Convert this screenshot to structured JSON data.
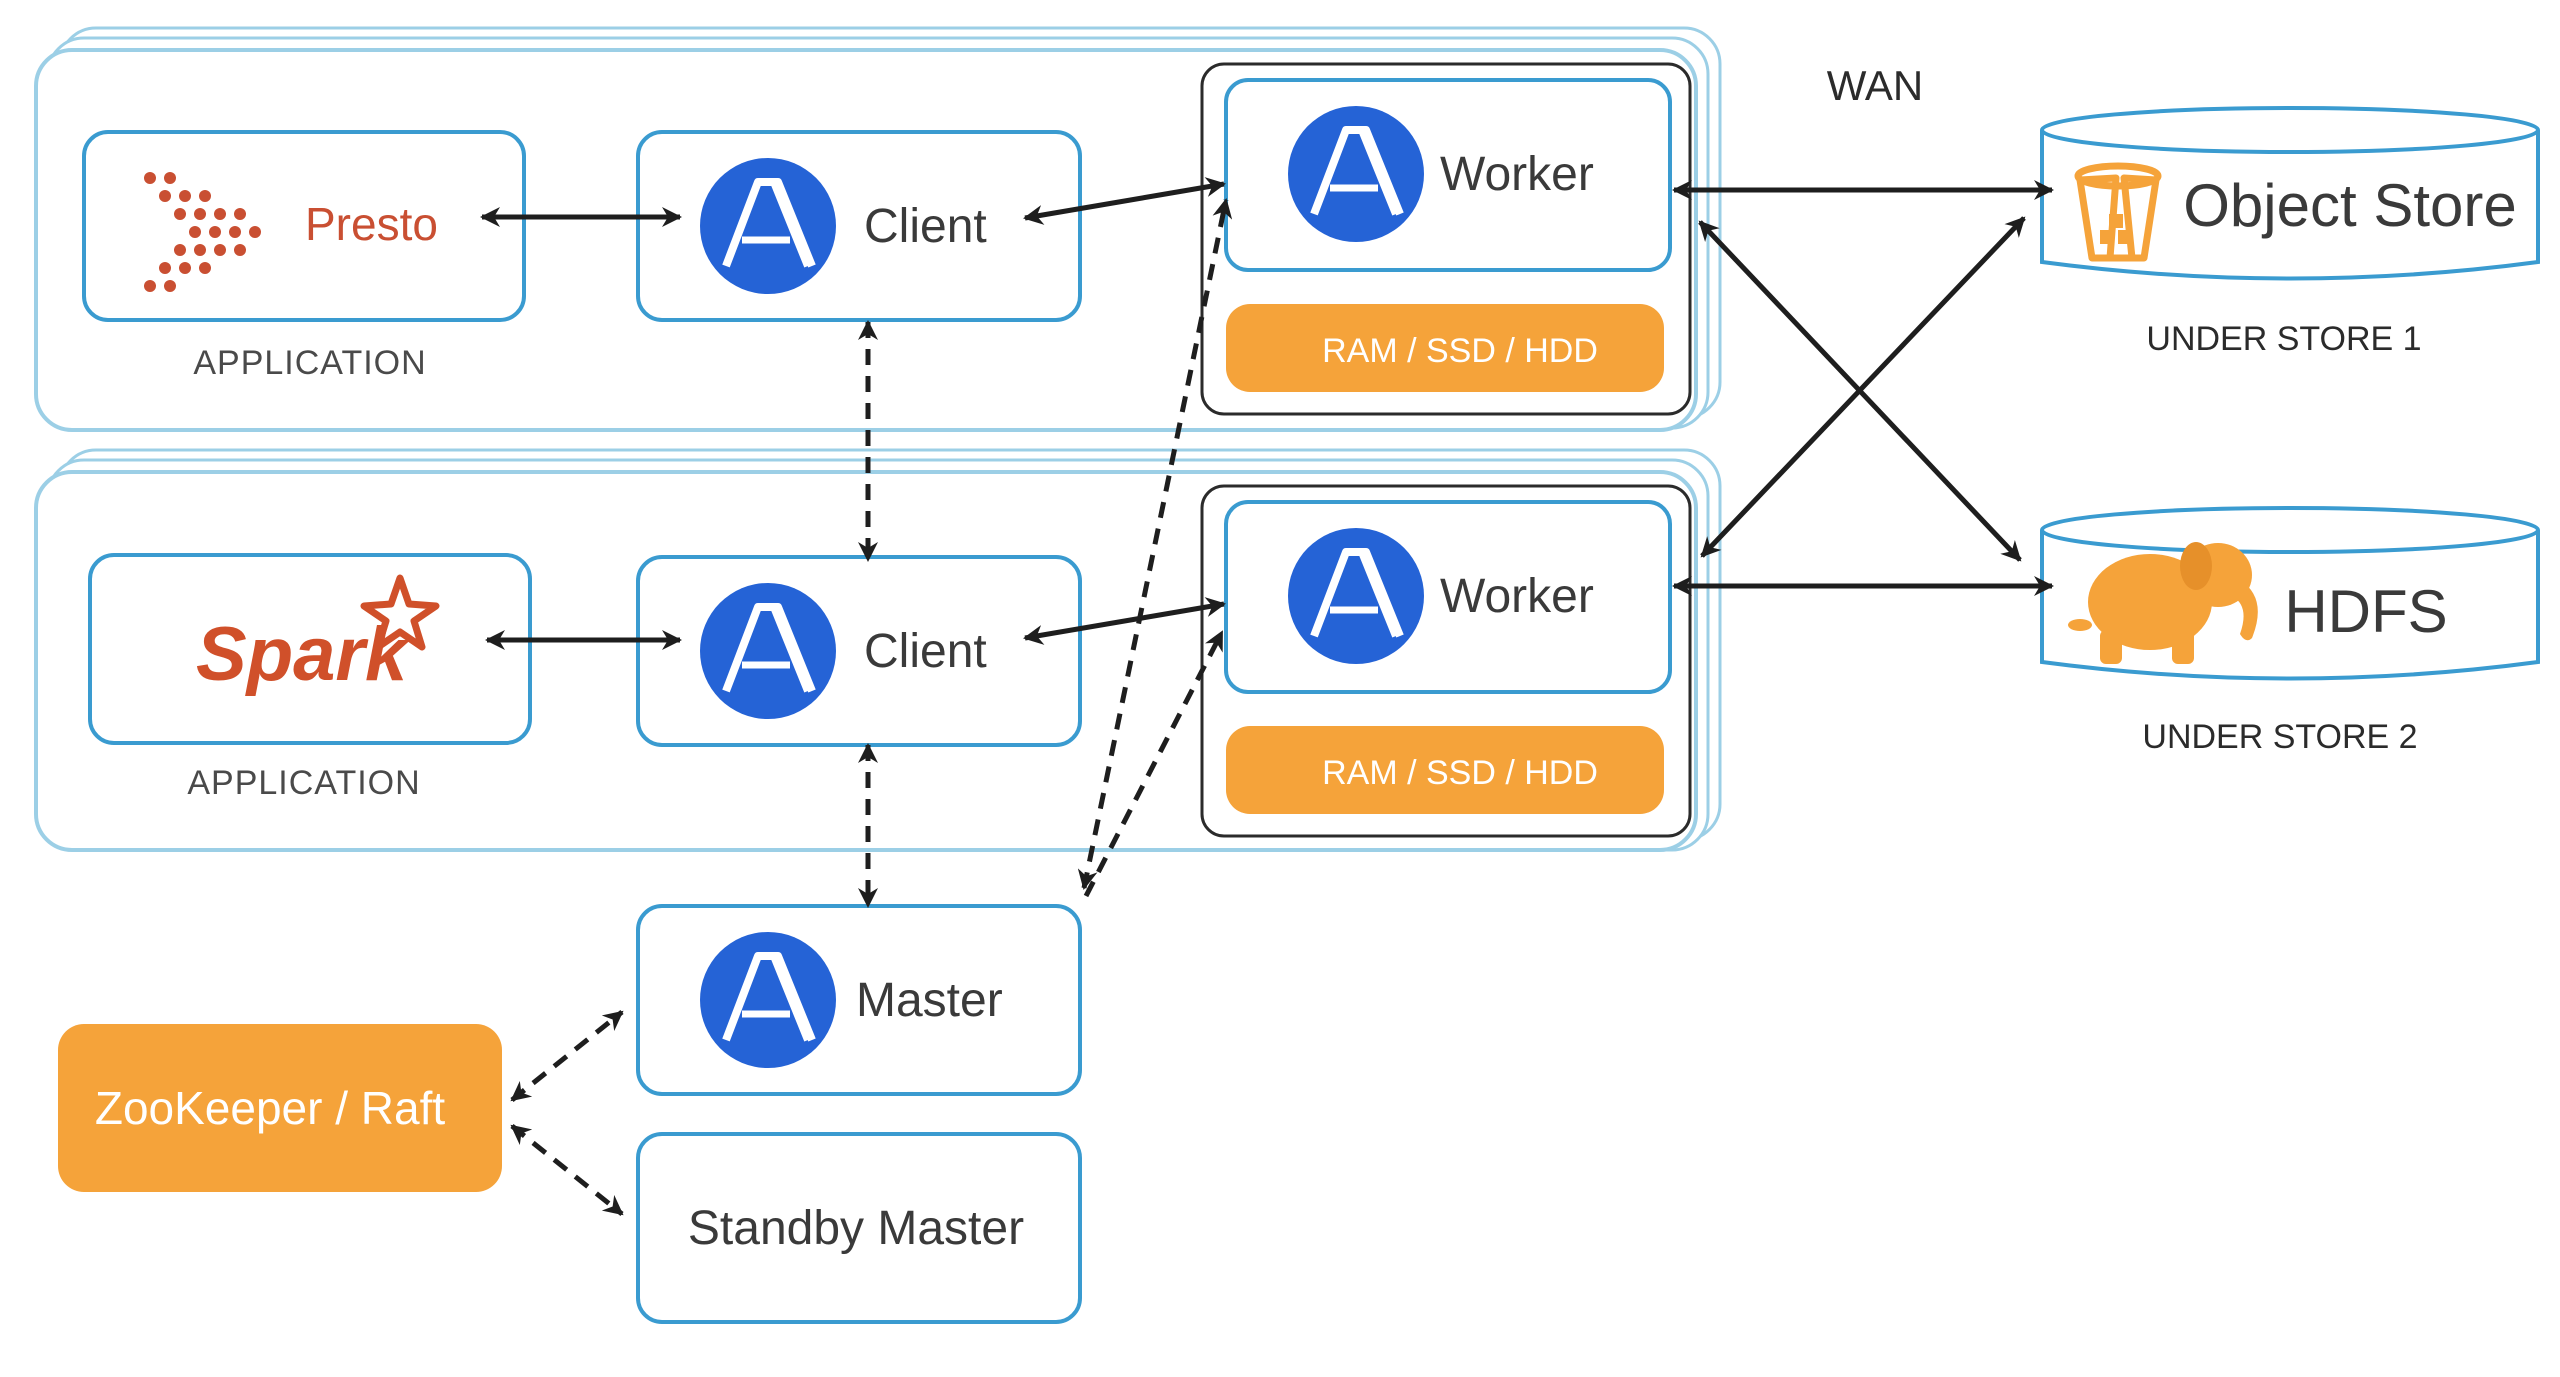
{
  "colors": {
    "box_border": "#3a9bd0",
    "group_border": "#9ccfe6",
    "alluxio_blue": "#2563d6",
    "orange": "#f5a33a",
    "arrow": "#1e1e1e",
    "presto": "#c94f32",
    "spark": "#d0502a",
    "text": "#3a3a3a"
  },
  "labels": {
    "wan": "WAN",
    "application": "APPLICATION",
    "client": "Client",
    "worker": "Worker",
    "tier": "RAM / SSD / HDD",
    "master": "Master",
    "standby_master": "Standby Master",
    "zookeeper": "ZooKeeper / Raft",
    "presto": "Presto",
    "spark": "Spark",
    "object_store": "Object Store",
    "hdfs": "HDFS",
    "under_store_1": "UNDER STORE 1",
    "under_store_2": "UNDER STORE 2"
  },
  "icons": {
    "alluxio": "alluxio-logo-icon",
    "presto": "presto-logo-icon",
    "spark": "spark-logo-icon",
    "bucket": "bucket-icon",
    "elephant": "hadoop-elephant-icon"
  }
}
